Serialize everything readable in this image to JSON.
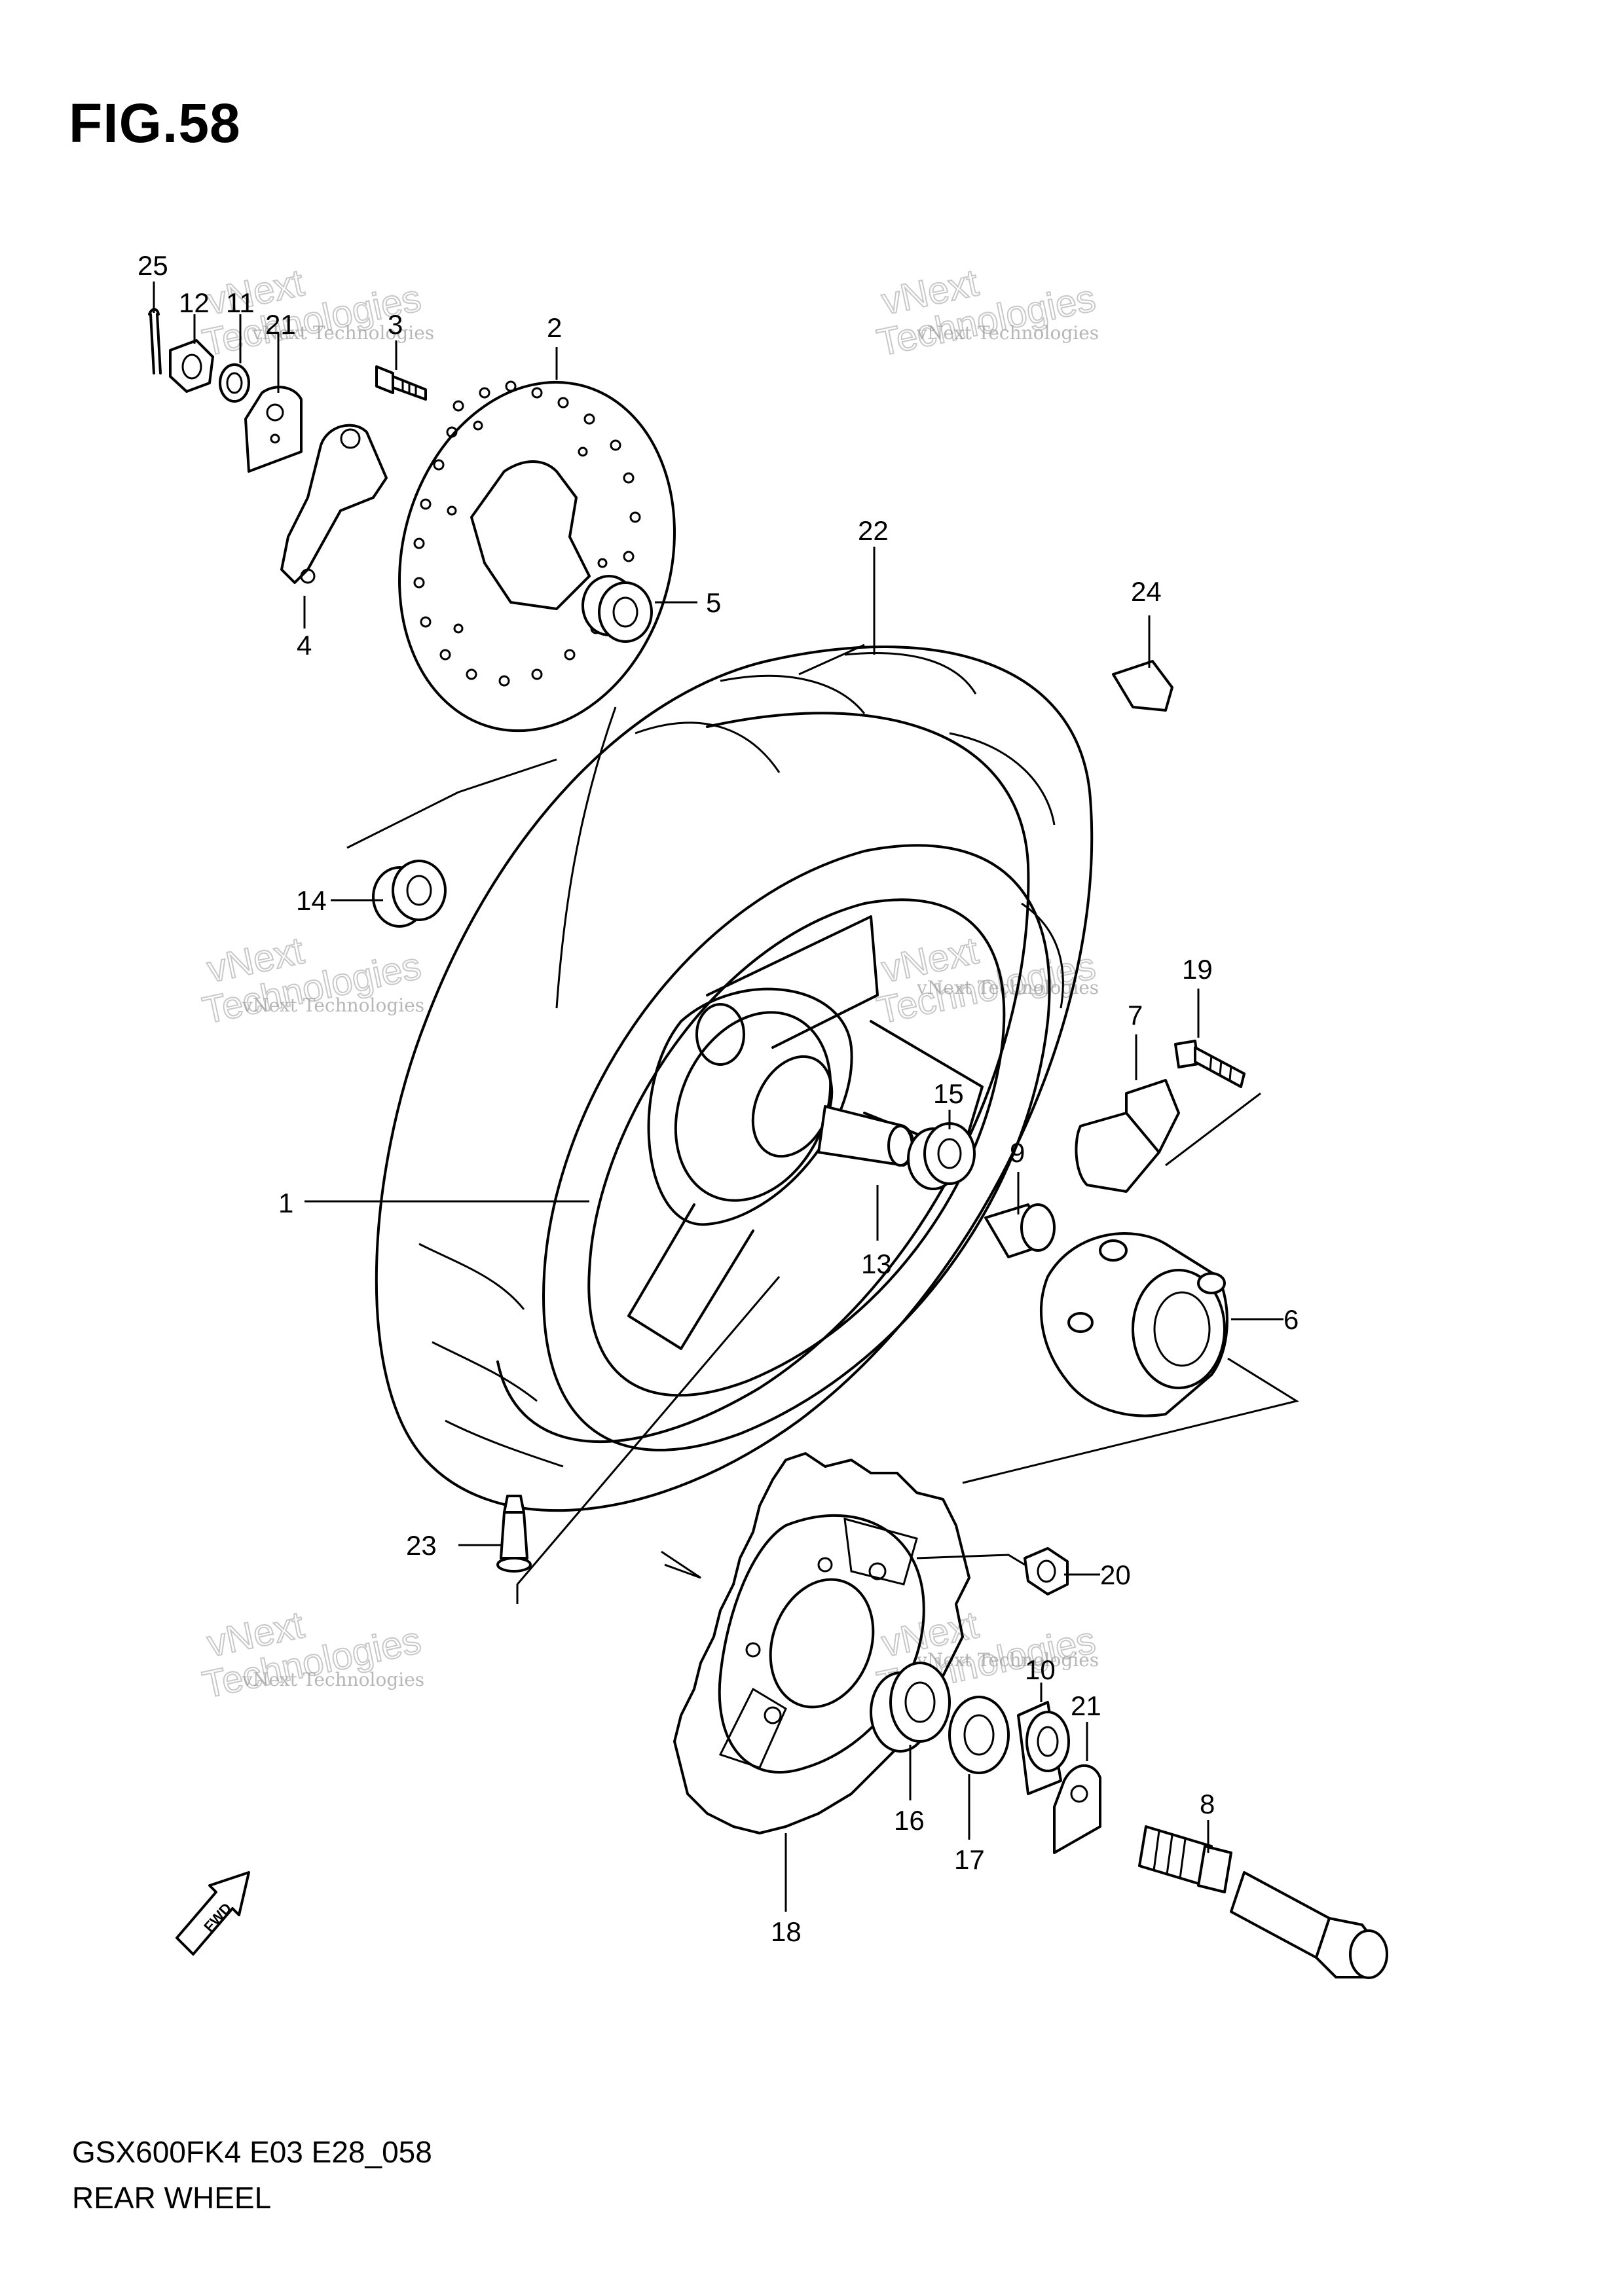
{
  "figure_title": "FIG.58",
  "footer": {
    "model_code": "GSX600FK4 E03 E28_058",
    "assembly_name": "REAR WHEEL"
  },
  "fwd_badge": "FWD",
  "watermark": {
    "line1": "vNext Technologies",
    "line2": "vNext",
    "line3": "Technologies"
  },
  "callouts": [
    "25",
    "12",
    "11",
    "21",
    "3",
    "2",
    "4",
    "5",
    "22",
    "24",
    "14",
    "19",
    "7",
    "15",
    "9",
    "1",
    "13",
    "6",
    "23",
    "20",
    "10",
    "21",
    "16",
    "17",
    "8",
    "18"
  ]
}
